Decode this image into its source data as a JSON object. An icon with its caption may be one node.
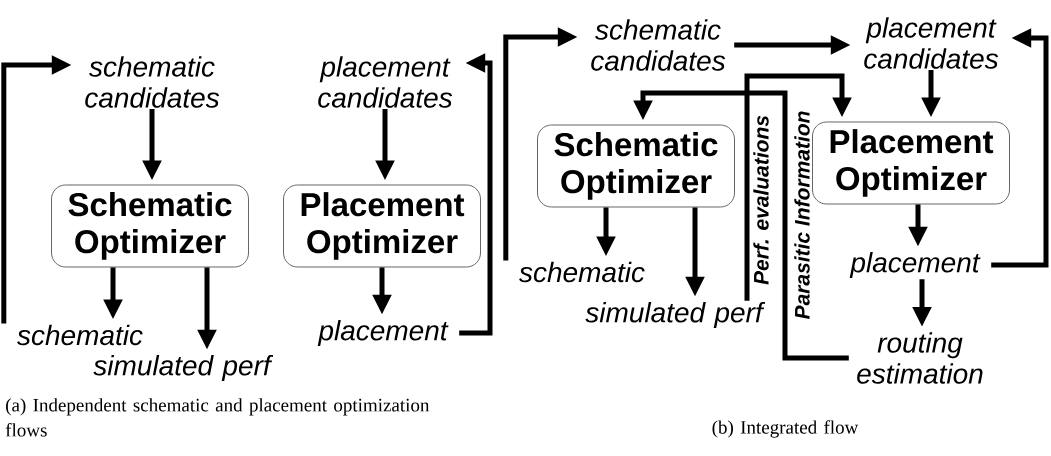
{
  "diagram": {
    "nodes": [
      {
        "text": [
          "schematic candidates"
        ]
      },
      {
        "text": [
          "Schematic Optimizer"
        ]
      },
      {
        "text": [
          "schematic"
        ]
      },
      {
        "text": [
          "simulated perf"
        ]
      },
      {
        "text": [
          "placement candidates"
        ]
      },
      {
        "text": [
          "Placement Optimizer"
        ]
      },
      {
        "text": [
          "placement"
        ]
      },
      {
        "text": [
          "schematic candidates"
        ]
      },
      {
        "text": [
          "placement candidates"
        ]
      },
      {
        "text": [
          "Schematic Optimizer"
        ]
      },
      {
        "text": [
          "Placement Optimizer"
        ]
      },
      {
        "text": [
          "schematic"
        ]
      },
      {
        "text": [
          "simulated perf"
        ]
      },
      {
        "text": [
          "placement"
        ]
      },
      {
        "text": [
          "routing estimation"
        ]
      }
    ],
    "edges": [
      {
        "from": 2,
        "to": 0,
        "arrow": "to"
      },
      {
        "from": 0,
        "to": 1,
        "arrow": "to"
      },
      {
        "from": 1,
        "to": 2,
        "arrow": "to"
      },
      {
        "from": 1,
        "to": 3,
        "arrow": "to"
      },
      {
        "from": 4,
        "to": 5,
        "arrow": "to"
      },
      {
        "from": 5,
        "to": 6,
        "arrow": "to"
      },
      {
        "from": 6,
        "to": 4,
        "arrow": "to"
      },
      {
        "from": 11,
        "to": 7,
        "arrow": "to"
      },
      {
        "from": 7,
        "to": 8,
        "arrow": "to"
      },
      {
        "from": 8,
        "to": 10,
        "arrow": "to"
      },
      {
        "from": 9,
        "to": 11,
        "arrow": "to"
      },
      {
        "from": 9,
        "to": 12,
        "arrow": "to"
      },
      {
        "from": 12,
        "to": 10,
        "arrow": "to",
        "label": "Perf. evaluations"
      },
      {
        "from": 10,
        "to": 13,
        "arrow": "to"
      },
      {
        "from": 13,
        "to": 14,
        "arrow": "to"
      },
      {
        "from": 14,
        "to": 9,
        "arrow": "to",
        "label": "Parasitic Information"
      },
      {
        "from": 13,
        "to": 8,
        "arrow": "to"
      }
    ],
    "labels": [
      "(a) Independent schematic and placement optimization flows",
      "(b) Integrated flow"
    ]
  }
}
